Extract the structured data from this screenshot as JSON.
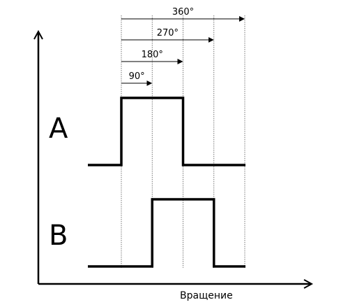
{
  "signals": [
    {
      "label": "A",
      "high_from_deg": 0,
      "high_to_deg": 180
    },
    {
      "label": "B",
      "high_from_deg": 90,
      "high_to_deg": 270
    }
  ],
  "angle_markers": [
    {
      "deg": 90,
      "label": "90°"
    },
    {
      "deg": 180,
      "label": "180°"
    },
    {
      "deg": 270,
      "label": "270°"
    },
    {
      "deg": 360,
      "label": "360°"
    }
  ],
  "x_axis": {
    "label": "Вращение"
  },
  "colors": {
    "line": "#000000",
    "guide": "#555555"
  }
}
